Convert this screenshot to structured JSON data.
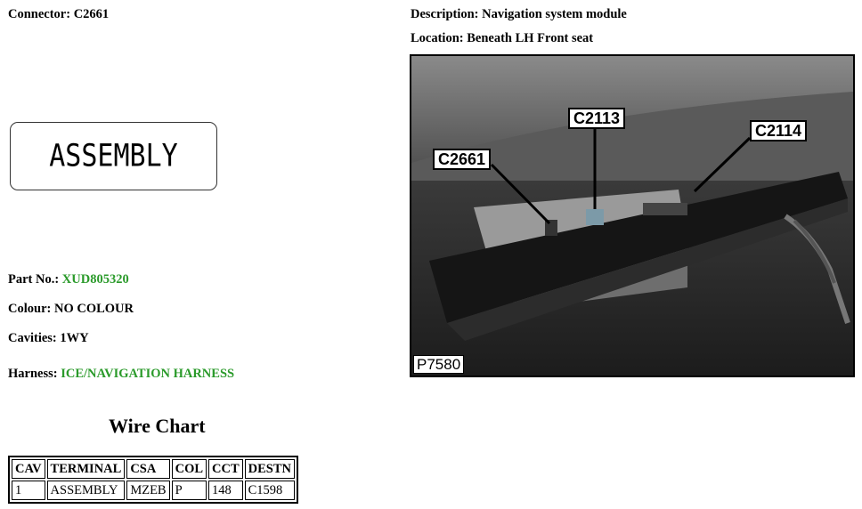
{
  "connector": {
    "label": "Connector:",
    "value": "C2661"
  },
  "description": {
    "label": "Description:",
    "value": "Navigation system module"
  },
  "location": {
    "label": "Location:",
    "value": "Beneath LH Front seat"
  },
  "assembly_label": "ASSEMBLY",
  "part_no": {
    "label": "Part No.:",
    "value": "XUD805320"
  },
  "colour": {
    "label": "Colour:",
    "value": "NO COLOUR"
  },
  "cavities": {
    "label": "Cavities:",
    "value": "1WY"
  },
  "harness": {
    "label": "Harness:",
    "value": "ICE/NAVIGATION HARNESS"
  },
  "wire_chart": {
    "title": "Wire Chart",
    "headers": [
      "CAV",
      "TERMINAL",
      "CSA",
      "COL",
      "CCT",
      "DESTN"
    ],
    "rows": [
      [
        "1",
        "ASSEMBLY",
        "MZEB",
        "P",
        "148",
        "C1598"
      ]
    ]
  },
  "photo": {
    "callouts": [
      "C2661",
      "C2113",
      "C2114"
    ],
    "ref": "P7580"
  },
  "colors": {
    "link_green": "#2a9a2a"
  }
}
